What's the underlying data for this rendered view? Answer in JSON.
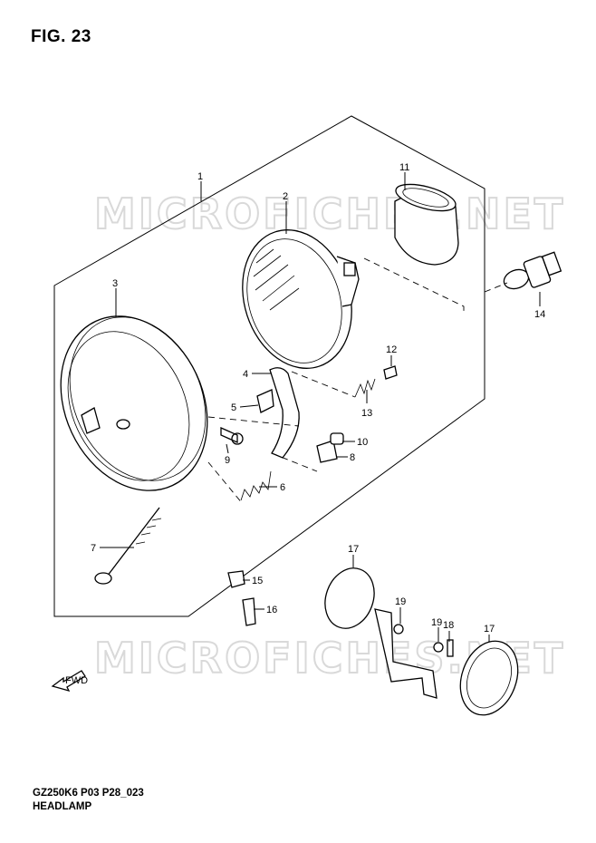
{
  "figure": {
    "title": "FIG. 23"
  },
  "watermark": {
    "text": "MICROFICHES.NET"
  },
  "footer": {
    "model_code": "GZ250K6 P03 P28_023",
    "section": "HEADLAMP"
  },
  "fwd_label": "FWD",
  "parts": [
    {
      "num": "1"
    },
    {
      "num": "2"
    },
    {
      "num": "3"
    },
    {
      "num": "4"
    },
    {
      "num": "5"
    },
    {
      "num": "6"
    },
    {
      "num": "7"
    },
    {
      "num": "8"
    },
    {
      "num": "9"
    },
    {
      "num": "10"
    },
    {
      "num": "11"
    },
    {
      "num": "12"
    },
    {
      "num": "13"
    },
    {
      "num": "14"
    },
    {
      "num": "15"
    },
    {
      "num": "16"
    },
    {
      "num": "17"
    },
    {
      "num": "17"
    },
    {
      "num": "18"
    },
    {
      "num": "19"
    },
    {
      "num": "19"
    }
  ]
}
